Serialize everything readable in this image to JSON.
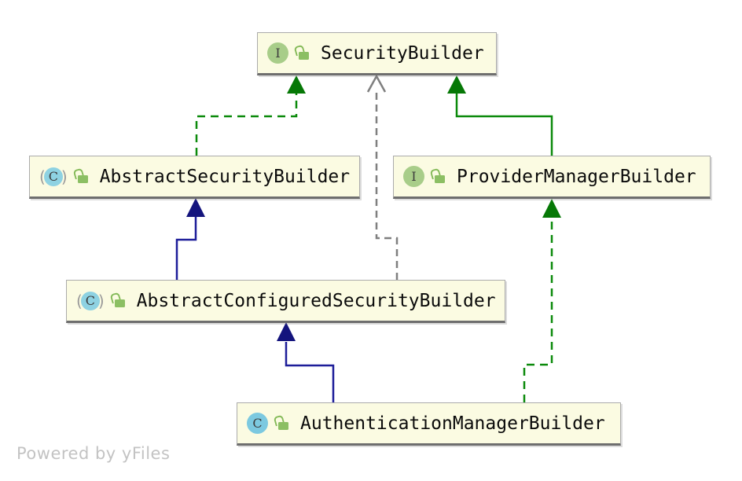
{
  "diagram": {
    "watermark": "Powered by yFiles",
    "icons": {
      "interface_letter": "I",
      "class_letter": "C",
      "paren_open": "(",
      "paren_close": ")",
      "lock_icon_name": "unlocked-public-icon",
      "interface_icon_name": "interface-icon",
      "class_icon_name": "class-icon",
      "abstract_class_icon_name": "abstract-class-icon"
    },
    "colors": {
      "node_background": "#fbfbe2",
      "node_border": "#ababab",
      "node_border_bottom": "#6e6e6e",
      "interface_badge": "#a8cd89",
      "class_badge": "#7cc9e0",
      "abstract_class_badge": "#8ed2e2",
      "lock_green": "#8cbf63",
      "edge_green": "#0b8a0b",
      "edge_green_arrow": "#067806",
      "edge_blue": "#1a1a8c",
      "edge_gray": "#7f7f7f",
      "watermark_gray": "#c3c3c3"
    },
    "nodes": [
      {
        "id": "security-builder",
        "label": "SecurityBuilder",
        "kind": "interface"
      },
      {
        "id": "abstract-security-builder",
        "label": "AbstractSecurityBuilder",
        "kind": "abstract-class"
      },
      {
        "id": "provider-manager-builder",
        "label": "ProviderManagerBuilder",
        "kind": "interface"
      },
      {
        "id": "abstract-configured-security-builder",
        "label": "AbstractConfiguredSecurityBuilder",
        "kind": "abstract-class"
      },
      {
        "id": "authentication-manager-builder",
        "label": "AuthenticationManagerBuilder",
        "kind": "class"
      }
    ],
    "edges": [
      {
        "from": "AbstractSecurityBuilder",
        "to": "SecurityBuilder",
        "relation": "implements",
        "style": "green-dashed-filled-arrow"
      },
      {
        "from": "AbstractConfiguredSecurityBuilder",
        "to": "SecurityBuilder",
        "relation": "implements-indirect",
        "style": "gray-dashed-open-arrow"
      },
      {
        "from": "ProviderManagerBuilder",
        "to": "SecurityBuilder",
        "relation": "extends",
        "style": "green-solid-filled-arrow"
      },
      {
        "from": "AbstractConfiguredSecurityBuilder",
        "to": "AbstractSecurityBuilder",
        "relation": "extends",
        "style": "blue-solid-filled-arrow"
      },
      {
        "from": "AuthenticationManagerBuilder",
        "to": "AbstractConfiguredSecurityBuilder",
        "relation": "extends",
        "style": "blue-solid-filled-arrow"
      },
      {
        "from": "AuthenticationManagerBuilder",
        "to": "ProviderManagerBuilder",
        "relation": "implements",
        "style": "green-dashed-filled-arrow"
      }
    ]
  }
}
